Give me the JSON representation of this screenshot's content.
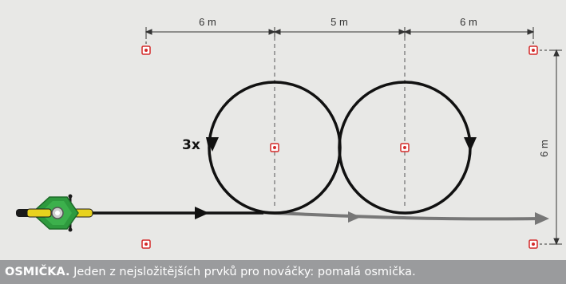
{
  "dimensions": {
    "top_left": "6 m",
    "top_middle": "5 m",
    "top_right": "6 m",
    "right_vertical": "6 m"
  },
  "repeat_label": "3x",
  "caption": {
    "title": "OSMIČKA.",
    "text": " Jeden z nejsložitějších prvků pro nováčky: pomalá osmička."
  },
  "colors": {
    "field_background": "#e8e8e6",
    "caption_background": "#9a9b9d",
    "path_primary": "#111111",
    "path_secondary": "#777777",
    "cone_marker": "#d42a2a",
    "motorcycle_body": "#2e9a3e",
    "motorcycle_accent": "#e8d21e"
  },
  "icons": {
    "cone_marker": "cone-marker-icon",
    "motorcycle": "motorcycle-icon"
  }
}
